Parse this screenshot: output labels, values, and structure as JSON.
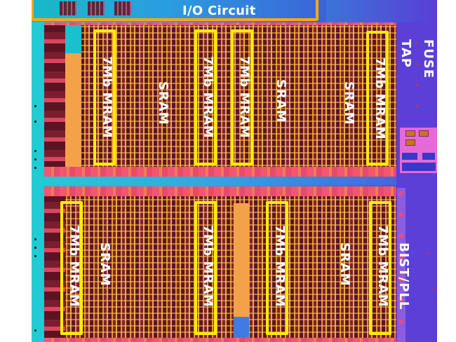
{
  "image": {
    "subject": "Annotated chip die micrograph",
    "colors": {
      "annotation_box_io": "#f7a818",
      "annotation_box_mram": "#ffee00",
      "label_text": "#ffffff",
      "periphery_left": "#22cbd2",
      "periphery_right": "#5b3fd6"
    }
  },
  "io": {
    "label": "I/O Circuit"
  },
  "top_array": {
    "mram_blocks": [
      {
        "label": "7Mb MRAM"
      },
      {
        "label": "7Mb MRAM"
      },
      {
        "label": "7Mb MRAM"
      },
      {
        "label": "7Mb MRAM"
      }
    ],
    "sram_blocks": [
      {
        "label": "SRAM"
      },
      {
        "label": "SRAM"
      },
      {
        "label": "SRAM"
      }
    ]
  },
  "bottom_array": {
    "mram_blocks": [
      {
        "label": "7Mb MRAM"
      },
      {
        "label": "7Mb MRAM"
      },
      {
        "label": "7Mb MRAM"
      },
      {
        "label": "7Mb MRAM"
      }
    ],
    "sram_blocks": [
      {
        "label": "SRAM"
      },
      {
        "label": "SRAM"
      }
    ]
  },
  "right_periphery": {
    "fuse_label": "FUSE",
    "tap_label": "TAP",
    "bist_pll_label": "BIST/PLL"
  }
}
